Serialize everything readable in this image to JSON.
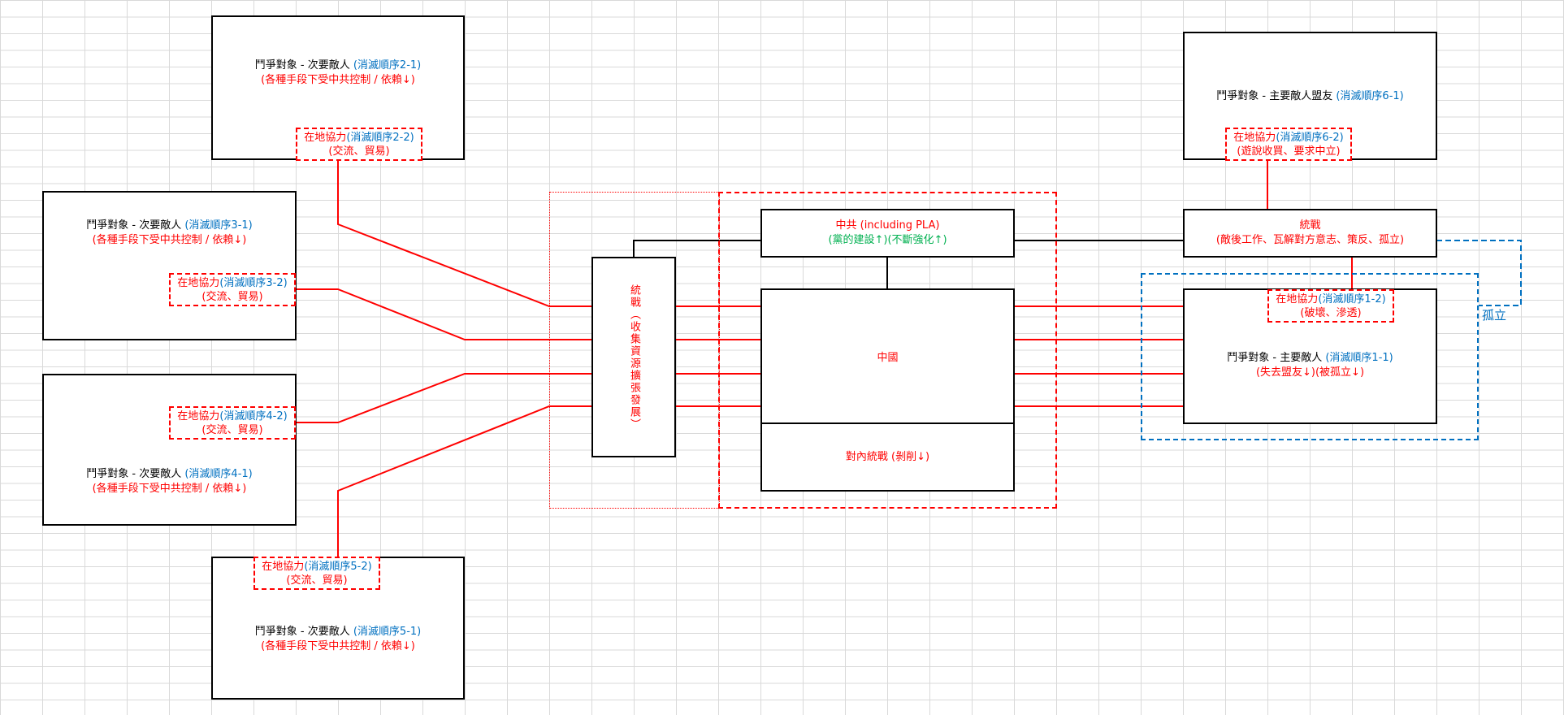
{
  "secondary_2": {
    "title": "鬥爭對象 - 次要敵人",
    "order": "(消滅順序2-1)",
    "effect": "(各種手段下受中共控制 / 依賴↓)",
    "local_title": "在地協力",
    "local_order": "(消滅順序2-2)",
    "local_desc": "(交流、貿易)"
  },
  "secondary_3": {
    "title": "鬥爭對象 - 次要敵人",
    "order": "(消滅順序3-1)",
    "effect": "(各種手段下受中共控制 / 依賴↓)",
    "local_title": "在地協力",
    "local_order": "(消滅順序3-2)",
    "local_desc": "(交流、貿易)"
  },
  "secondary_4": {
    "title": "鬥爭對象 - 次要敵人",
    "order": "(消滅順序4-1)",
    "effect": "(各種手段下受中共控制 / 依賴↓)",
    "local_title": "在地協力",
    "local_order": "(消滅順序4-2)",
    "local_desc": "(交流、貿易)"
  },
  "secondary_5": {
    "title": "鬥爭對象 - 次要敵人",
    "order": "(消滅順序5-1)",
    "effect": "(各種手段下受中共控制 / 依賴↓)",
    "local_title": "在地協力",
    "local_order": "(消滅順序5-2)",
    "local_desc": "(交流、貿易)"
  },
  "united_front_left": {
    "text": "統戰（收集資源擴張發展）"
  },
  "ccp": {
    "title": "中共 (including PLA)",
    "subtitle": "(黨的建設↑)(不斷強化↑)"
  },
  "china": {
    "label": "中國",
    "internal": "對內統戰 (剝削↓)"
  },
  "united_front_right": {
    "title": "統戰",
    "desc": "(敵後工作、瓦解對方意志、策反、孤立)"
  },
  "main_ally": {
    "title": "鬥爭對象 - 主要敵人盟友",
    "order": "(消滅順序6-1)",
    "local_title": "在地協力",
    "local_order": "(消滅順序6-2)",
    "local_desc": "(遊說收買、要求中立)"
  },
  "main_enemy": {
    "title": "鬥爭對象 - 主要敵人",
    "order": "(消滅順序1-1)",
    "effect": "(失去盟友↓)(被孤立↓)",
    "local_title": "在地協力",
    "local_order": "(消滅順序1-2)",
    "local_desc": "(破壞、滲透)"
  },
  "isolation_label": "孤立",
  "colors": {
    "red": "#ff0000",
    "blue": "#0070c0",
    "green": "#00b050",
    "black": "#000000"
  }
}
